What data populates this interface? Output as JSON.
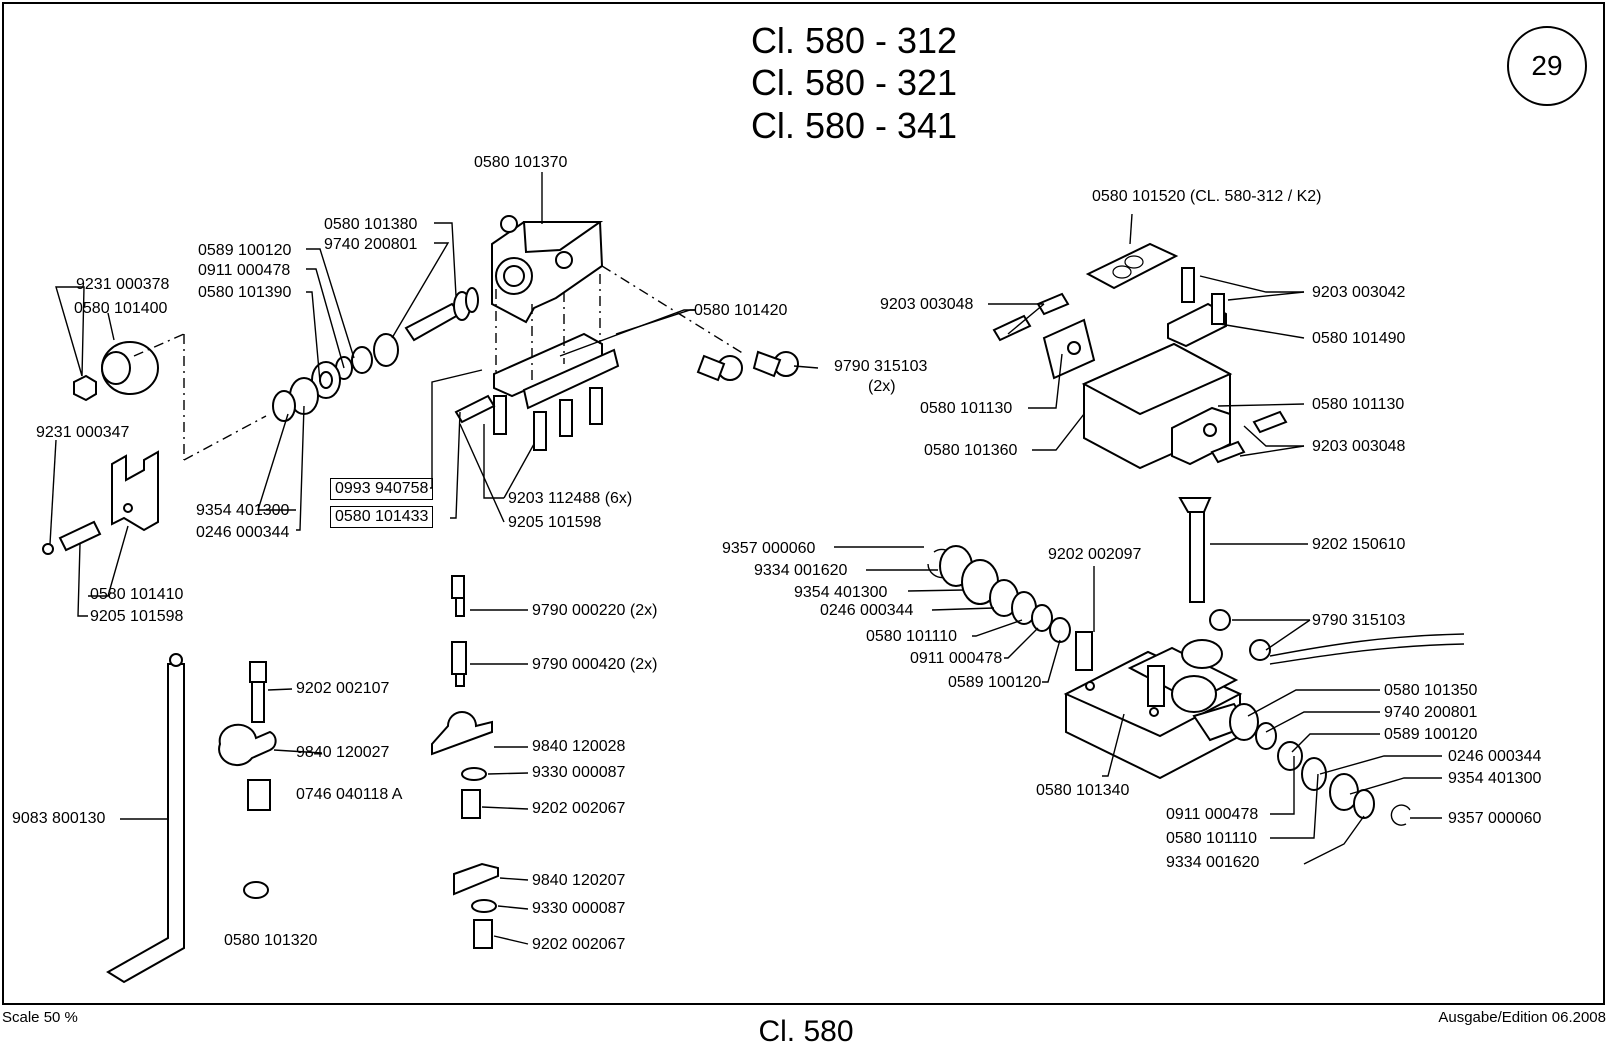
{
  "header": {
    "title_lines": [
      "Cl. 580 - 312",
      "Cl. 580 - 321",
      "Cl. 580 - 341"
    ],
    "page_number": "29"
  },
  "footer": {
    "scale": "Scale 50 %",
    "center": "Cl. 580",
    "edition": "Ausgabe/Edition 06.2008"
  },
  "labels": {
    "l01": "0580 101370",
    "l02": "0580 101380",
    "l03": "9740 200801",
    "l04": "0589 100120",
    "l05": "0911 000478",
    "l06": "0580 101390",
    "l07": "9231 000378",
    "l08": "0580 101400",
    "l09": "0580 101420",
    "l10": "9790 315103",
    "l11": "(2x)",
    "l12": "9231 000347",
    "l13": "9354 401300",
    "l14": "0246 000344",
    "l15": "0993 940758",
    "l16": "0580 101433",
    "l17": "9203 112488 (6x)",
    "l18": "9205 101598",
    "l19": "0580 101410",
    "l20": "9205 101598",
    "l21": "0580 101520  (CL. 580-312 / K2)",
    "l22": "9203 003048",
    "l23": "9203 003042",
    "l24": "0580 101490",
    "l25": "0580 101130",
    "l26": "0580 101130",
    "l27": "0580 101360",
    "l28": "9203 003048",
    "l29": "9357 000060",
    "l30": "9334 001620",
    "l31": "9354 401300",
    "l32": "0246 000344",
    "l33": "0580 101110",
    "l34": "0911 000478",
    "l35": "0589 100120",
    "l36": "9202 002097",
    "l37": "9202 150610",
    "l38": "9790 315103",
    "l39": "9790 000220 (2x)",
    "l40": "9790 000420 (2x)",
    "l41": "9202 002107",
    "l42": "9840 120027",
    "l43": "0746 040118 A",
    "l44": "9840 120028",
    "l45": "9330 000087",
    "l46": "9202 002067",
    "l47": "9083 800130",
    "l48": "9840 120207",
    "l49": "9330 000087",
    "l50": "9202 002067",
    "l51": "0580 101320",
    "l52": "0580 101350",
    "l53": "9740 200801",
    "l54": "0589 100120",
    "l55": "0246 000344",
    "l56": "9354 401300",
    "l57": "0580 101340",
    "l58": "0911 000478",
    "l59": "0580 101110",
    "l60": "9357 000060",
    "l61": "9334 001620"
  }
}
